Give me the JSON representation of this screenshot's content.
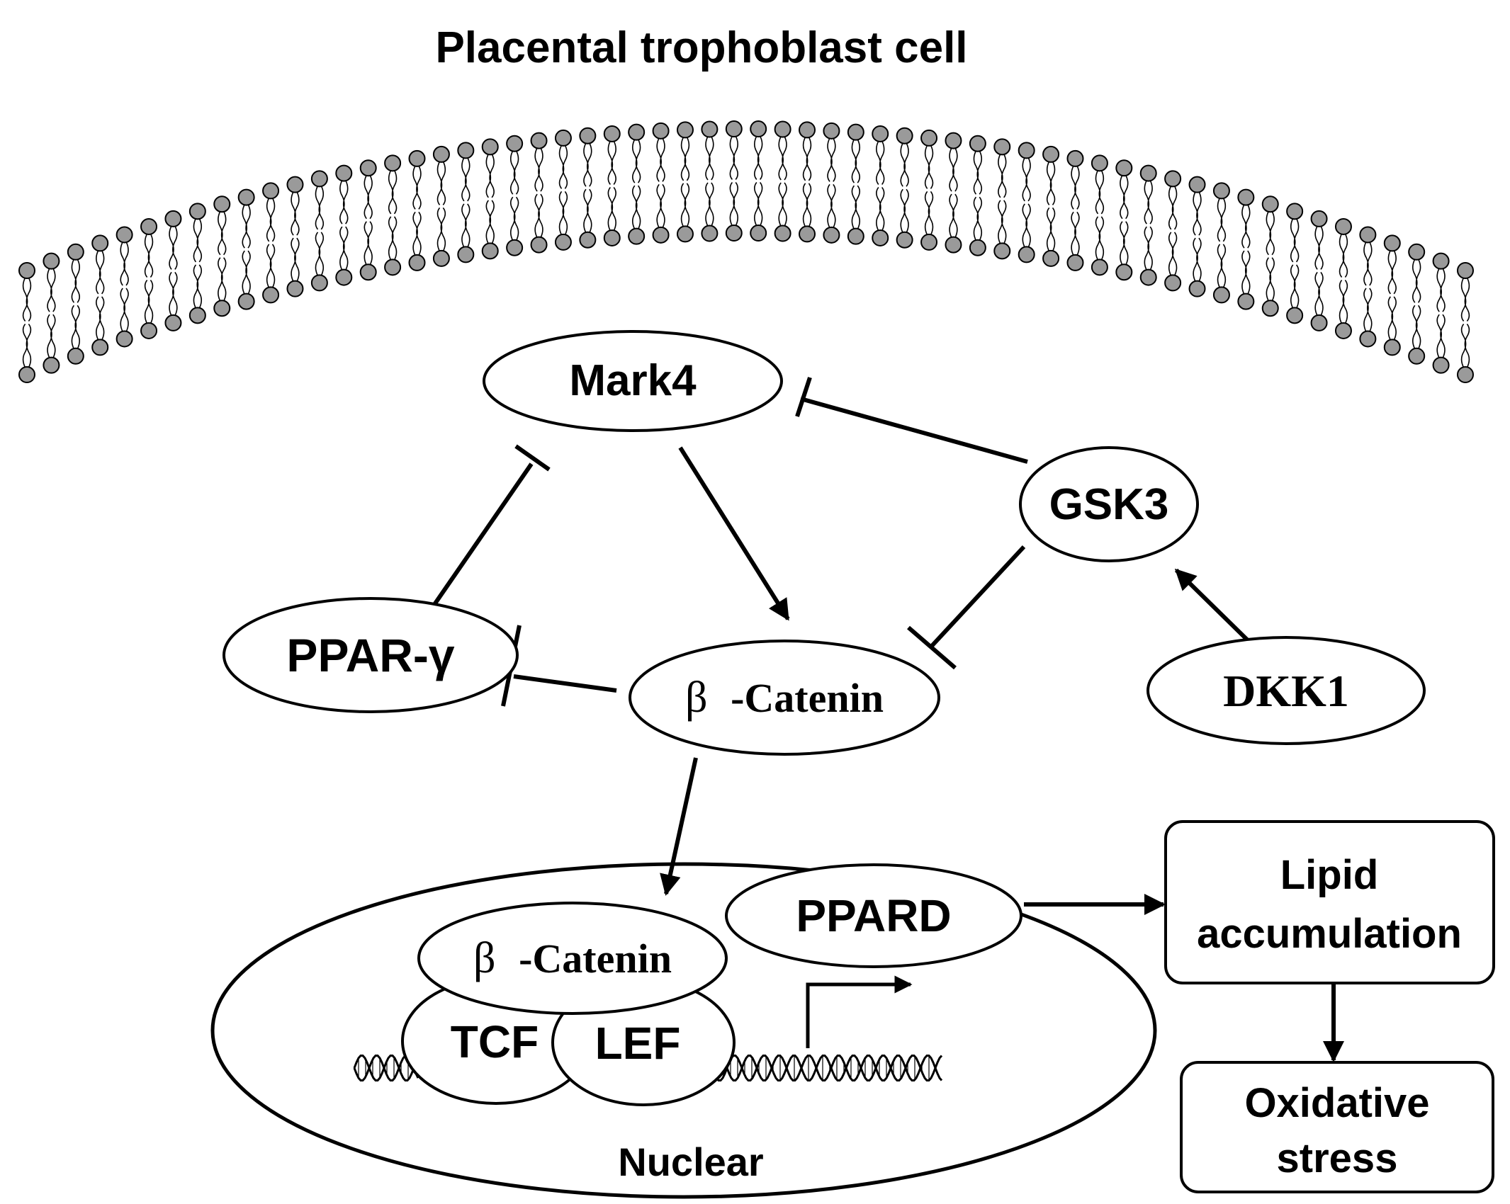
{
  "title": "Placental trophoblast cell",
  "nodes": {
    "mark4": "Mark4",
    "gsk3": "GSK3",
    "ppar_gamma": "PPAR-γ",
    "beta_catenin_cyto_symbol": "β",
    "beta_catenin_cyto_text": "-Catenin",
    "dkk1": "DKK1",
    "ppard": "PPARD",
    "beta_catenin_nuc_symbol": "β",
    "beta_catenin_nuc_text": "-Catenin",
    "tcf": "TCF",
    "lef": "LEF"
  },
  "nucleus_label": "Nuclear",
  "outcomes": {
    "lipid_line1": "Lipid",
    "lipid_line2": "accumulation",
    "oxidative_line1": "Oxidative",
    "oxidative_line2": "stress"
  },
  "colors": {
    "stroke": "#000000",
    "lipid_head": "#9a9a9a",
    "background": "#ffffff"
  }
}
